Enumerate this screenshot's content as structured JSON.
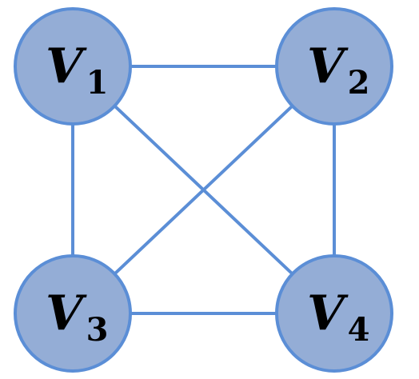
{
  "colors": {
    "node_fill": "#94ADD6",
    "node_stroke": "#5B8ED6",
    "edge": "#5B8ED6",
    "label": "#000000"
  },
  "nodes": [
    {
      "id": "v1",
      "letter": "V",
      "subscript": "1"
    },
    {
      "id": "v2",
      "letter": "V",
      "subscript": "2"
    },
    {
      "id": "v3",
      "letter": "V",
      "subscript": "3"
    },
    {
      "id": "v4",
      "letter": "V",
      "subscript": "4"
    }
  ],
  "edges": [
    {
      "from": "v1",
      "to": "v2"
    },
    {
      "from": "v1",
      "to": "v3"
    },
    {
      "from": "v1",
      "to": "v4"
    },
    {
      "from": "v2",
      "to": "v3"
    },
    {
      "from": "v2",
      "to": "v4"
    },
    {
      "from": "v3",
      "to": "v4"
    }
  ]
}
